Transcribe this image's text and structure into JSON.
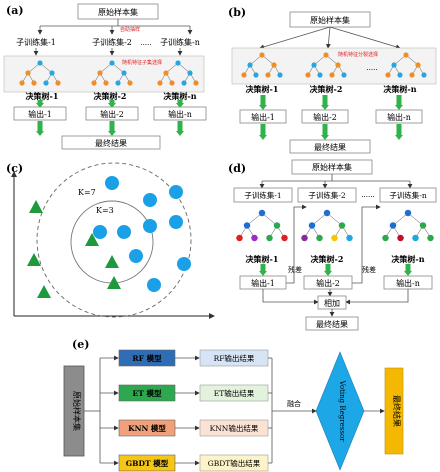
{
  "panel_a": {
    "label": "(a)",
    "root": "原始样本集",
    "sampling_note": "自助抽样",
    "subsets": [
      "子训练集-1",
      "子训练集-2",
      "子训练集-n"
    ],
    "ellipsis": ".....",
    "feature_note": "随机特征子集选择",
    "trees": [
      "决策树-1",
      "决策树-2",
      "决策树-n"
    ],
    "outputs": [
      "输出-1",
      "输出-2",
      "输出-n"
    ],
    "final": "最终结果"
  },
  "panel_b": {
    "label": "(b)",
    "root": "原始样本集",
    "feature_note": "随机特征分裂选择",
    "ellipsis": ".....",
    "trees": [
      "决策树-1",
      "决策树-2",
      "决策树-n"
    ],
    "outputs": [
      "输出-1",
      "输出-2",
      "输出-n"
    ],
    "final": "最终结果"
  },
  "panel_c": {
    "label": "(c)",
    "k_outer": "K=7",
    "k_inner": "K=3"
  },
  "panel_d": {
    "label": "(d)",
    "root": "原始样本集",
    "subsets": [
      "子训练集-1",
      "子训练集-2",
      "子训练集-n"
    ],
    "ellipsis": "......",
    "trees": [
      "决策树-1",
      "决策树-2",
      "决策树-n"
    ],
    "residual": "残差",
    "outputs": [
      "输出-1",
      "输出-2",
      "输出-n"
    ],
    "sum": "相加",
    "final": "最终结果"
  },
  "panel_e": {
    "label": "(e)",
    "input": "原始样本集",
    "models": [
      "RF 模型",
      "ET 模型",
      "KNN 模型",
      "GBDT 模型"
    ],
    "results": [
      "RF输出结果",
      "ET输出结果",
      "KNN输出结果",
      "GBDT输出结果"
    ],
    "fuse": "融合",
    "regressor": "Voting Regressor",
    "final": "最终结果"
  },
  "colors": {
    "arrow_green": "#2fb34a",
    "box_gray": "#d9d9d9",
    "tree_orange": "#f28c28",
    "tree_blue": "#27a6e0",
    "note_red": "#e02020",
    "triangle_green": "#1e9a3c",
    "circle_blue": "#1aa0e6",
    "rf_model": "#2f6db5",
    "et_model": "#2ea84e",
    "knn_model": "#f0a17a",
    "gbdt_model": "#f5c518",
    "rf_result": "#d6e4f5",
    "et_result": "#e2f2dc",
    "knn_result": "#fbe3d4",
    "gbdt_result": "#fdf3c8",
    "input_gray": "#8c8c8c",
    "voting": "#1ea7e6",
    "final_yellow": "#f5b800"
  }
}
